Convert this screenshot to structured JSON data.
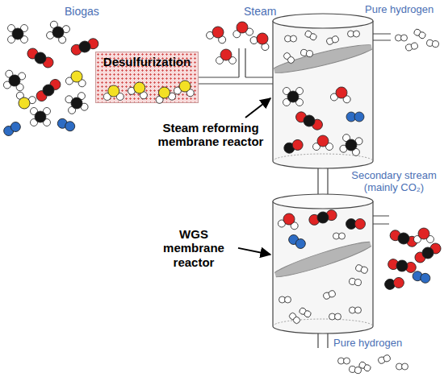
{
  "diagram": {
    "nodes": [
      {
        "text": [
          "Desulfurization"
        ]
      }
    ],
    "labels": [
      "Biogas",
      "Steam",
      "Pure hydrogen",
      "Steam reforming membrane reactor",
      "Secondary stream (mainly CO₂)",
      "WGS membrane reactor",
      "Pure hydrogen"
    ]
  }
}
